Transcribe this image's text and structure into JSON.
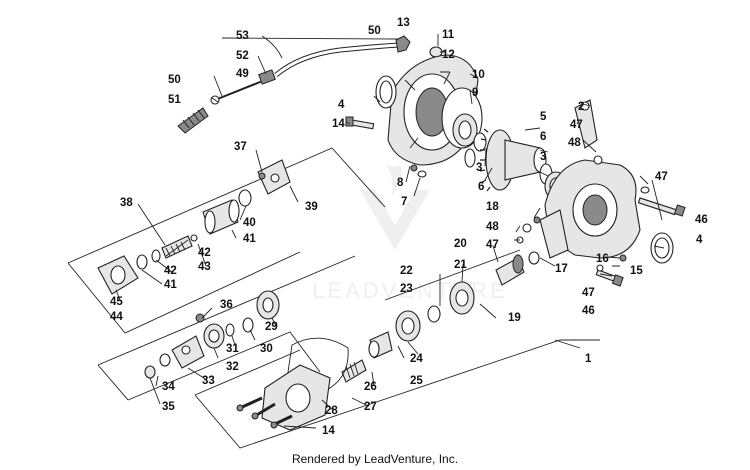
{
  "credit": "Rendered by LeadVenture, Inc.",
  "watermark_text": "LEADVENTURE",
  "colors": {
    "line": "#222222",
    "background": "#ffffff"
  },
  "callouts": [
    {
      "id": "c1",
      "text": "1"
    },
    {
      "id": "c2",
      "text": "2"
    },
    {
      "id": "c3a",
      "text": "3"
    },
    {
      "id": "c3b",
      "text": "3"
    },
    {
      "id": "c4a",
      "text": "4"
    },
    {
      "id": "c4b",
      "text": "4"
    },
    {
      "id": "c5",
      "text": "5"
    },
    {
      "id": "c6a",
      "text": "6"
    },
    {
      "id": "c6b",
      "text": "6"
    },
    {
      "id": "c7",
      "text": "7"
    },
    {
      "id": "c8",
      "text": "8"
    },
    {
      "id": "c9",
      "text": "9"
    },
    {
      "id": "c10",
      "text": "10"
    },
    {
      "id": "c11",
      "text": "11"
    },
    {
      "id": "c12",
      "text": "12"
    },
    {
      "id": "c13",
      "text": "13"
    },
    {
      "id": "c14a",
      "text": "14"
    },
    {
      "id": "c14b",
      "text": "14"
    },
    {
      "id": "c15",
      "text": "15"
    },
    {
      "id": "c16",
      "text": "16"
    },
    {
      "id": "c17",
      "text": "17"
    },
    {
      "id": "c18",
      "text": "18"
    },
    {
      "id": "c19",
      "text": "19"
    },
    {
      "id": "c20",
      "text": "20"
    },
    {
      "id": "c21",
      "text": "21"
    },
    {
      "id": "c22",
      "text": "22"
    },
    {
      "id": "c23",
      "text": "23"
    },
    {
      "id": "c24",
      "text": "24"
    },
    {
      "id": "c25",
      "text": "25"
    },
    {
      "id": "c26",
      "text": "26"
    },
    {
      "id": "c27",
      "text": "27"
    },
    {
      "id": "c28",
      "text": "28"
    },
    {
      "id": "c29",
      "text": "29"
    },
    {
      "id": "c30",
      "text": "30"
    },
    {
      "id": "c31",
      "text": "31"
    },
    {
      "id": "c32",
      "text": "32"
    },
    {
      "id": "c33",
      "text": "33"
    },
    {
      "id": "c34",
      "text": "34"
    },
    {
      "id": "c35",
      "text": "35"
    },
    {
      "id": "c36",
      "text": "36"
    },
    {
      "id": "c37",
      "text": "37"
    },
    {
      "id": "c38",
      "text": "38"
    },
    {
      "id": "c39",
      "text": "39"
    },
    {
      "id": "c40",
      "text": "40"
    },
    {
      "id": "c41a",
      "text": "41"
    },
    {
      "id": "c41b",
      "text": "41"
    },
    {
      "id": "c42a",
      "text": "42"
    },
    {
      "id": "c42b",
      "text": "42"
    },
    {
      "id": "c43",
      "text": "43"
    },
    {
      "id": "c44",
      "text": "44"
    },
    {
      "id": "c45",
      "text": "45"
    },
    {
      "id": "c46a",
      "text": "46"
    },
    {
      "id": "c46b",
      "text": "46"
    },
    {
      "id": "c47a",
      "text": "47"
    },
    {
      "id": "c47b",
      "text": "47"
    },
    {
      "id": "c47c",
      "text": "47"
    },
    {
      "id": "c47d",
      "text": "47"
    },
    {
      "id": "c48a",
      "text": "48"
    },
    {
      "id": "c48b",
      "text": "48"
    },
    {
      "id": "c49",
      "text": "49"
    },
    {
      "id": "c50a",
      "text": "50"
    },
    {
      "id": "c50b",
      "text": "50"
    },
    {
      "id": "c51",
      "text": "51"
    },
    {
      "id": "c52",
      "text": "52"
    },
    {
      "id": "c53",
      "text": "53"
    }
  ]
}
